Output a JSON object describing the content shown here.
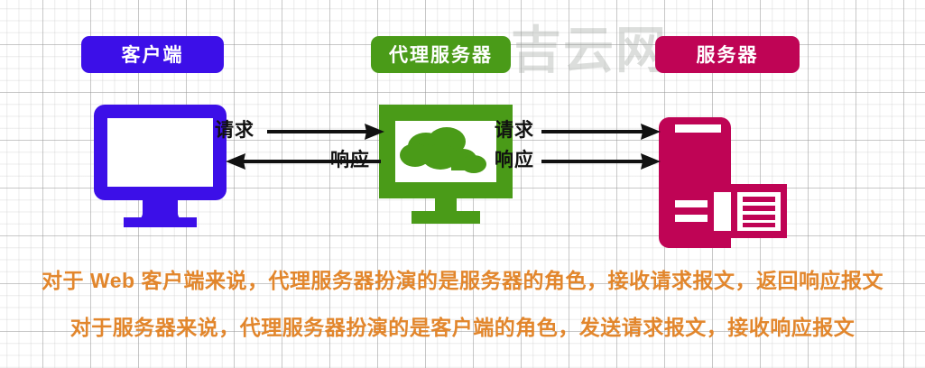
{
  "diagram": {
    "watermark": "吉云网",
    "nodes": [
      {
        "id": "client",
        "label": "客户端",
        "color": "#3C0FE8",
        "icon": "monitor-icon"
      },
      {
        "id": "proxy",
        "label": "代理服务器",
        "color": "#4A9B18",
        "icon": "cloud-monitor-icon"
      },
      {
        "id": "server",
        "label": "服务器",
        "color": "#BF0455",
        "icon": "server-tower-icon"
      }
    ],
    "flows": [
      {
        "id": "client-to-proxy-request",
        "label": "请求",
        "direction": "right"
      },
      {
        "id": "proxy-to-client-response",
        "label": "响应",
        "direction": "left"
      },
      {
        "id": "proxy-to-server-request",
        "label": "请求",
        "direction": "right"
      },
      {
        "id": "proxy-to-server-response",
        "label": "响应",
        "direction": "right"
      }
    ],
    "captions": [
      "对于 Web 客户端来说，代理服务器扮演的是服务器的角色，接收请求报文，返回响应报文",
      "对于服务器来说，代理服务器扮演的是客户端的角色，发送请求报文，接收响应报文"
    ],
    "colors": {
      "client": "#3C0FE8",
      "proxy": "#4A9B18",
      "server": "#BF0455",
      "caption": "#E2862C",
      "arrow": "#111111",
      "watermark": "#969C96"
    }
  }
}
